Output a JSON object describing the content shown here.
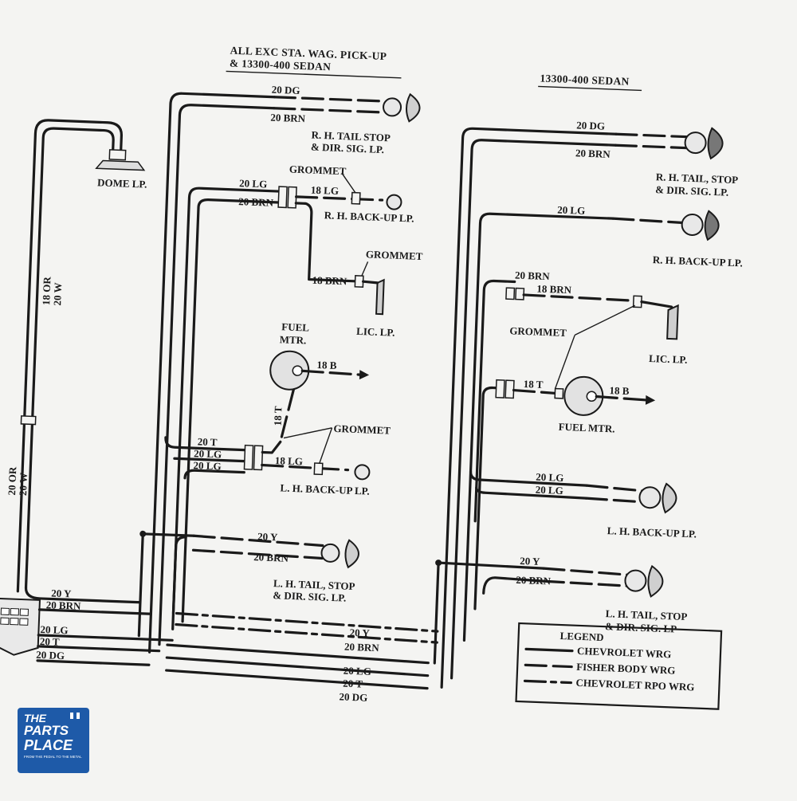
{
  "headers": {
    "left": [
      "ALL EXC STA. WAG. PICK-UP",
      "& 13300-400 SEDAN"
    ],
    "right": "13300-400 SEDAN"
  },
  "components": {
    "dome": "DOME LP.",
    "rh_tail_left": [
      "R. H. TAIL STOP",
      "& DIR. SIG. LP."
    ],
    "rh_backup_left": "R. H. BACK-UP LP.",
    "lic_left": "LIC. LP.",
    "fuel_left": [
      "FUEL",
      "MTR."
    ],
    "lh_backup_left": "L. H. BACK-UP LP.",
    "lh_tail_left": [
      "L. H. TAIL, STOP",
      "& DIR. SIG. LP."
    ],
    "rh_tail_right": [
      "R. H. TAIL, STOP",
      "& DIR. SIG. LP."
    ],
    "rh_backup_right": "R. H. BACK-UP LP.",
    "lic_right": "LIC. LP.",
    "fuel_right": "FUEL MTR.",
    "lh_backup_right": "L. H. BACK-UP LP.",
    "lh_tail_right": [
      "L. H. TAIL, STOP",
      "& DIR. SIG. LP"
    ]
  },
  "grommet": "GROMMET",
  "wires": {
    "dg20": "20 DG",
    "brn20": "20 BRN",
    "lg20": "20 LG",
    "lg18": "18 LG",
    "brn18": "18 BRN",
    "b18": "18 B",
    "t18": "18 T",
    "t20": "20 T",
    "y20": "20 Y",
    "or18": "18 OR",
    "w20": "20 W",
    "or20": "20 OR"
  },
  "legend": {
    "title": "LEGEND",
    "items": [
      "CHEVROLET WRG",
      "FISHER BODY WRG",
      "CHEVROLET RPO WRG"
    ]
  },
  "logo": {
    "line1": "THE",
    "line2": "PARTS",
    "line3": "PLACE",
    "tagline": "FROM THE PEDAL TO THE METAL"
  }
}
